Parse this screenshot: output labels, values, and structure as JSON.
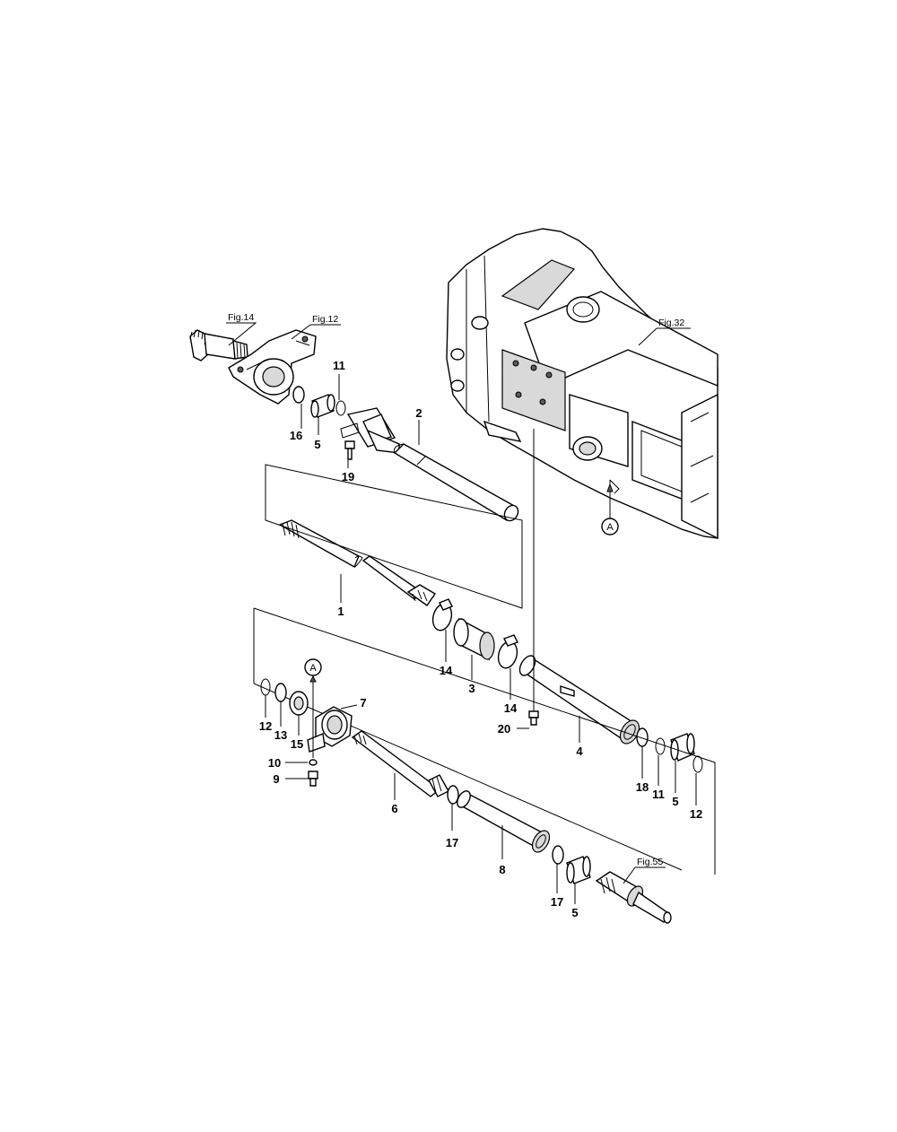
{
  "figure_refs": {
    "fig14": "Fig.14",
    "fig12": "Fig.12",
    "fig32": "Fig.32",
    "fig55": "Fig.55"
  },
  "markers": {
    "a_upper": "A",
    "a_lower": "A"
  },
  "callouts": {
    "c1": "1",
    "c2": "2",
    "c3": "3",
    "c4": "4",
    "c5_upper": "5",
    "c5_right": "5",
    "c5_bottom": "5",
    "c6": "6",
    "c7": "7",
    "c8": "8",
    "c9": "9",
    "c10": "10",
    "c11_upper": "11",
    "c11_right": "11",
    "c12_left": "12",
    "c12_right": "12",
    "c13": "13",
    "c14_left": "14",
    "c14_right": "14",
    "c15": "15",
    "c16": "16",
    "c17_left": "17",
    "c17_right": "17",
    "c18": "18",
    "c19": "19",
    "c20": "20"
  }
}
